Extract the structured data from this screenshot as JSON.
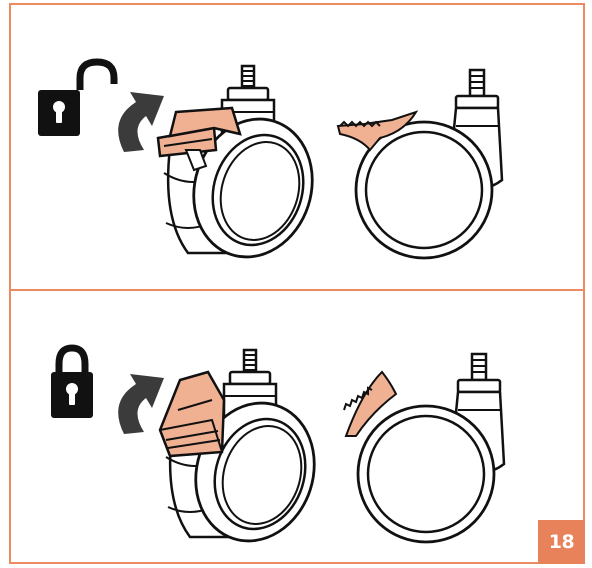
{
  "page": {
    "number": "18"
  },
  "colors": {
    "frame": "#ec8a63",
    "accent": "#f0b092",
    "accent_dark": "#e8825a",
    "line": "#111111",
    "arrow": "#3b3b3b"
  },
  "steps": [
    {
      "state": "unlocked",
      "icon": "open-padlock-icon",
      "arrow": "rotate-arrow-icon"
    },
    {
      "state": "locked",
      "icon": "closed-padlock-icon",
      "arrow": "rotate-arrow-icon"
    }
  ]
}
